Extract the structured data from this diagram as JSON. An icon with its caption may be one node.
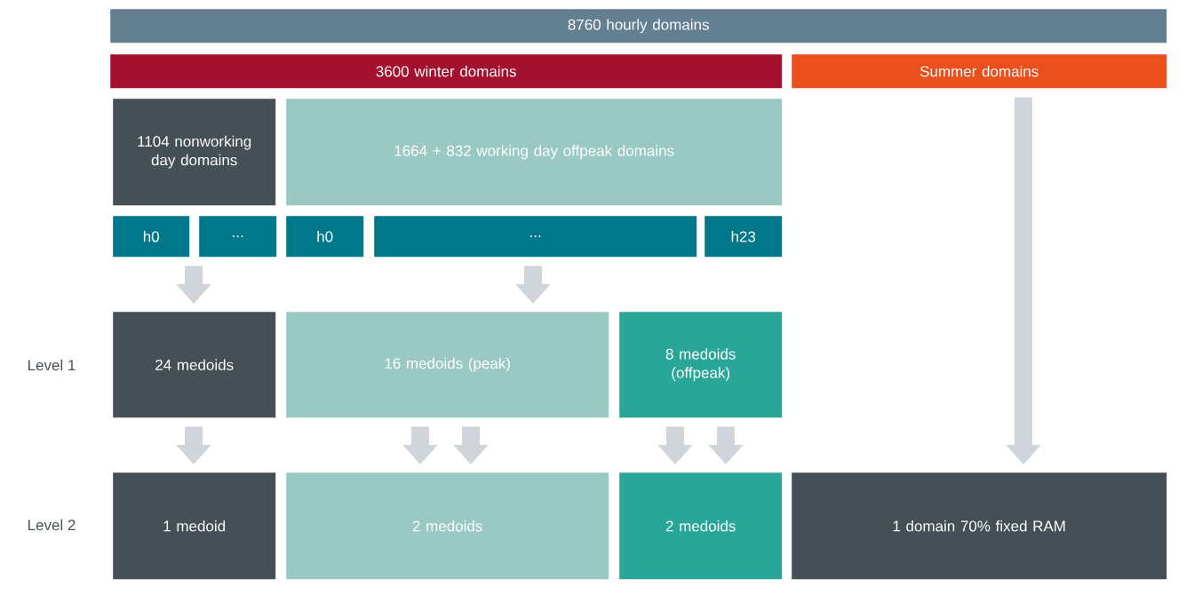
{
  "diagram": {
    "nodes": [
      {
        "text": [
          "8760 hourly domains"
        ]
      },
      {
        "text": [
          "3600 winter domains"
        ]
      },
      {
        "text": [
          "Summer domains"
        ]
      },
      {
        "text": [
          "1104 nonworking day domains"
        ]
      },
      {
        "text": [
          "1664 + 832 working day offpeak domains"
        ]
      },
      {
        "text": [
          "h0"
        ]
      },
      {
        "text": [
          "..."
        ]
      },
      {
        "text": [
          "h0"
        ]
      },
      {
        "text": [
          "..."
        ]
      },
      {
        "text": [
          "h23"
        ]
      },
      {
        "text": [
          "24 medoids"
        ]
      },
      {
        "text": [
          "16 medoids (peak)"
        ]
      },
      {
        "text": [
          "8 medoids (offpeak)"
        ]
      },
      {
        "text": [
          "1 medoid"
        ]
      },
      {
        "text": [
          "2 medoids"
        ]
      },
      {
        "text": [
          "2 medoids"
        ]
      },
      {
        "text": [
          "1 domain 70% fixed RAM"
        ]
      }
    ],
    "edges": [
      {
        "from": 5,
        "to": 10,
        "arrow": "to"
      },
      {
        "from": 6,
        "to": 10,
        "arrow": "to"
      },
      {
        "from": 8,
        "to": 11,
        "arrow": "to"
      },
      {
        "from": 10,
        "to": 13,
        "arrow": "to"
      },
      {
        "from": 11,
        "to": 14,
        "arrow": "to"
      },
      {
        "from": 11,
        "to": 14,
        "arrow": "to"
      },
      {
        "from": 12,
        "to": 15,
        "arrow": "to"
      },
      {
        "from": 12,
        "to": 15,
        "arrow": "to"
      },
      {
        "from": 2,
        "to": 16,
        "arrow": "to"
      }
    ],
    "labels": [
      "Level 1",
      "Level 2"
    ]
  }
}
